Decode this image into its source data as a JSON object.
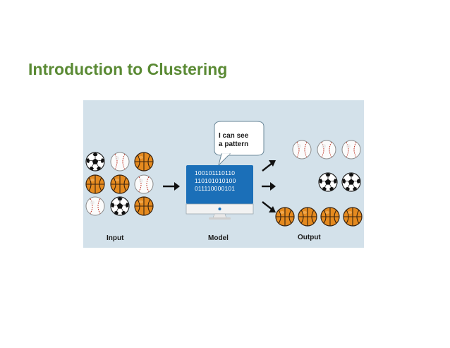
{
  "slide": {
    "title": "Introduction to Clustering"
  },
  "diagram": {
    "labels": {
      "input": "Input",
      "model": "Model",
      "output": "Output"
    },
    "speech_bubble": [
      "I can see",
      "a pattern"
    ],
    "binary_lines": [
      "100101110110",
      "110101010100",
      "011110000101"
    ],
    "input_grid": [
      [
        "soccer-ball-icon",
        "baseball-icon",
        "basketball-icon"
      ],
      [
        "basketball-icon",
        "basketball-icon",
        "baseball-icon"
      ],
      [
        "baseball-icon",
        "soccer-ball-icon",
        "basketball-icon"
      ]
    ],
    "output_groups": [
      {
        "icon": "baseball-icon",
        "count": 3
      },
      {
        "icon": "soccer-ball-icon",
        "count": 2
      },
      {
        "icon": "basketball-icon",
        "count": 4
      }
    ],
    "colors": {
      "panel_background": "#d3e1ea",
      "monitor_screen": "#1b6fb8",
      "basketball": "#e58a1f",
      "baseball_stitch": "#c0392b",
      "title": "#5a8a34"
    }
  }
}
